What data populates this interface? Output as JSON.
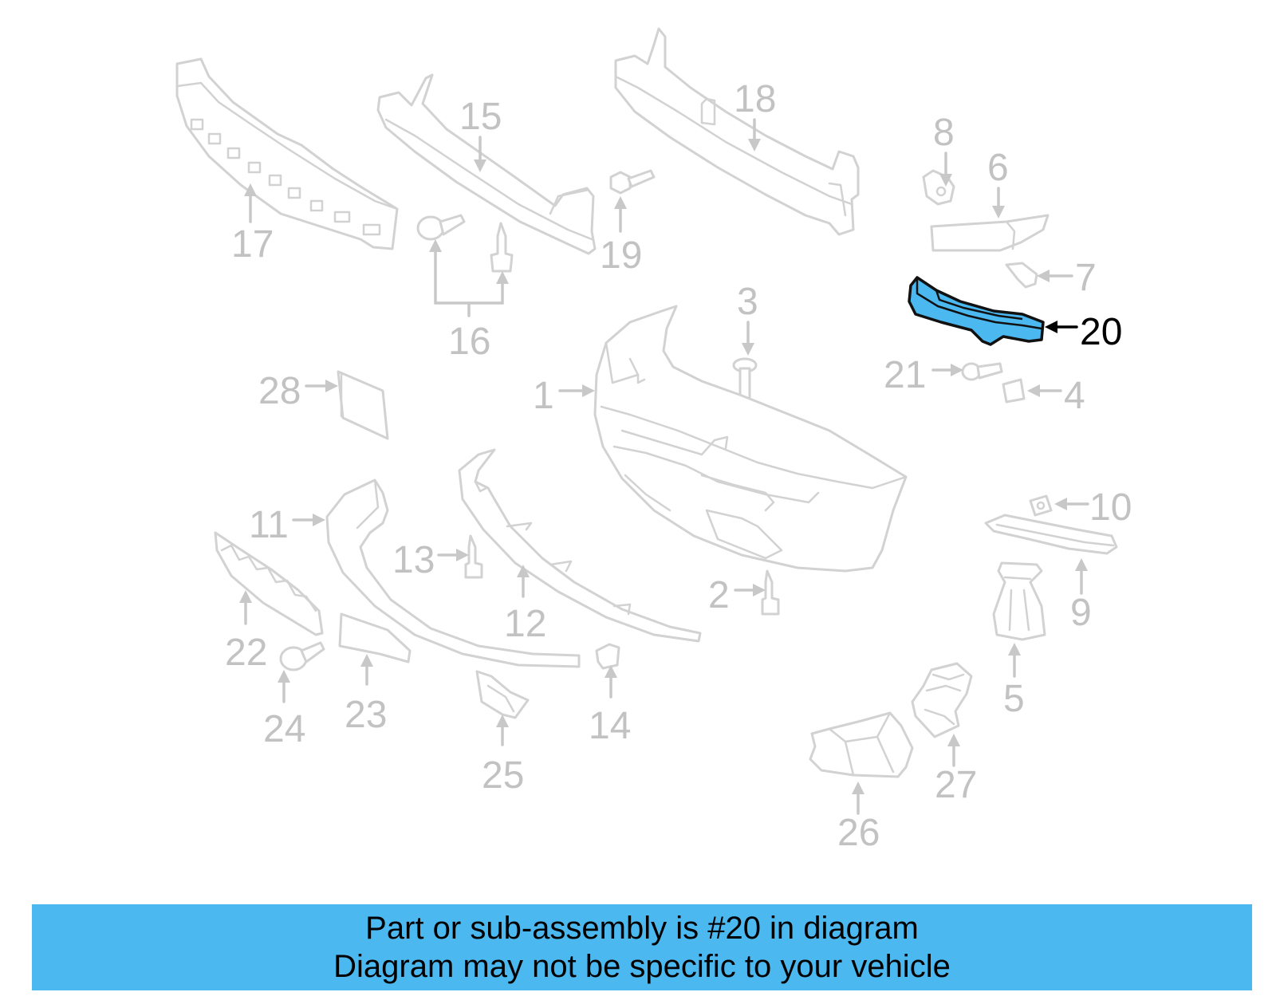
{
  "highlight_color": "#4cb8f0",
  "callouts": {
    "c1": "1",
    "c2": "2",
    "c3": "3",
    "c4": "4",
    "c5": "5",
    "c6": "6",
    "c7": "7",
    "c8": "8",
    "c9": "9",
    "c10": "10",
    "c11": "11",
    "c12": "12",
    "c13": "13",
    "c14": "14",
    "c15": "15",
    "c16": "16",
    "c17": "17",
    "c18": "18",
    "c19": "19",
    "c20": "20",
    "c21": "21",
    "c22": "22",
    "c23": "23",
    "c24": "24",
    "c25": "25",
    "c26": "26",
    "c27": "27",
    "c28": "28"
  },
  "highlighted_part": "20",
  "banner": {
    "line1": "Part or sub-assembly is #20 in diagram",
    "line2": "Diagram may not be specific to your vehicle"
  }
}
